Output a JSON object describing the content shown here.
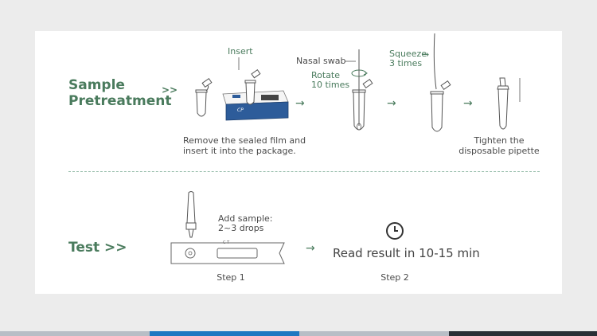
{
  "colors": {
    "accent": "#4a7b5d",
    "text": "#4a4a4a",
    "divider": "#9bbfae"
  },
  "pretreatment": {
    "title_line1": "Sample",
    "title_line2": "Pretreatment",
    "chevron": ">>",
    "insert_label": "Insert",
    "step1_caption_line1": "Remove the sealed film and",
    "step1_caption_line2": "insert it into the package.",
    "nasal_swab_label": "Nasal swab",
    "rotate_line1": "Rotate",
    "rotate_line2": "10 times",
    "squeeze_line1": "Squeeze",
    "squeeze_line2": "3 times",
    "tighten_line1": "Tighten the",
    "tighten_line2": "disposable pipette",
    "package_logo": "CP",
    "arrow_glyph": "→"
  },
  "test": {
    "title": "Test >>",
    "add_sample_line1": "Add sample:",
    "add_sample_line2": "2~3 drops",
    "step1_label": "Step 1",
    "read_result": "Read result in 10-15 min",
    "step2_label": "Step 2",
    "cassette_marks": "C T",
    "arrow_glyph": "→"
  },
  "footer_bar_colors": [
    "#b8bec6",
    "#1f78c1",
    "#b8bec6",
    "#2a2f36"
  ]
}
